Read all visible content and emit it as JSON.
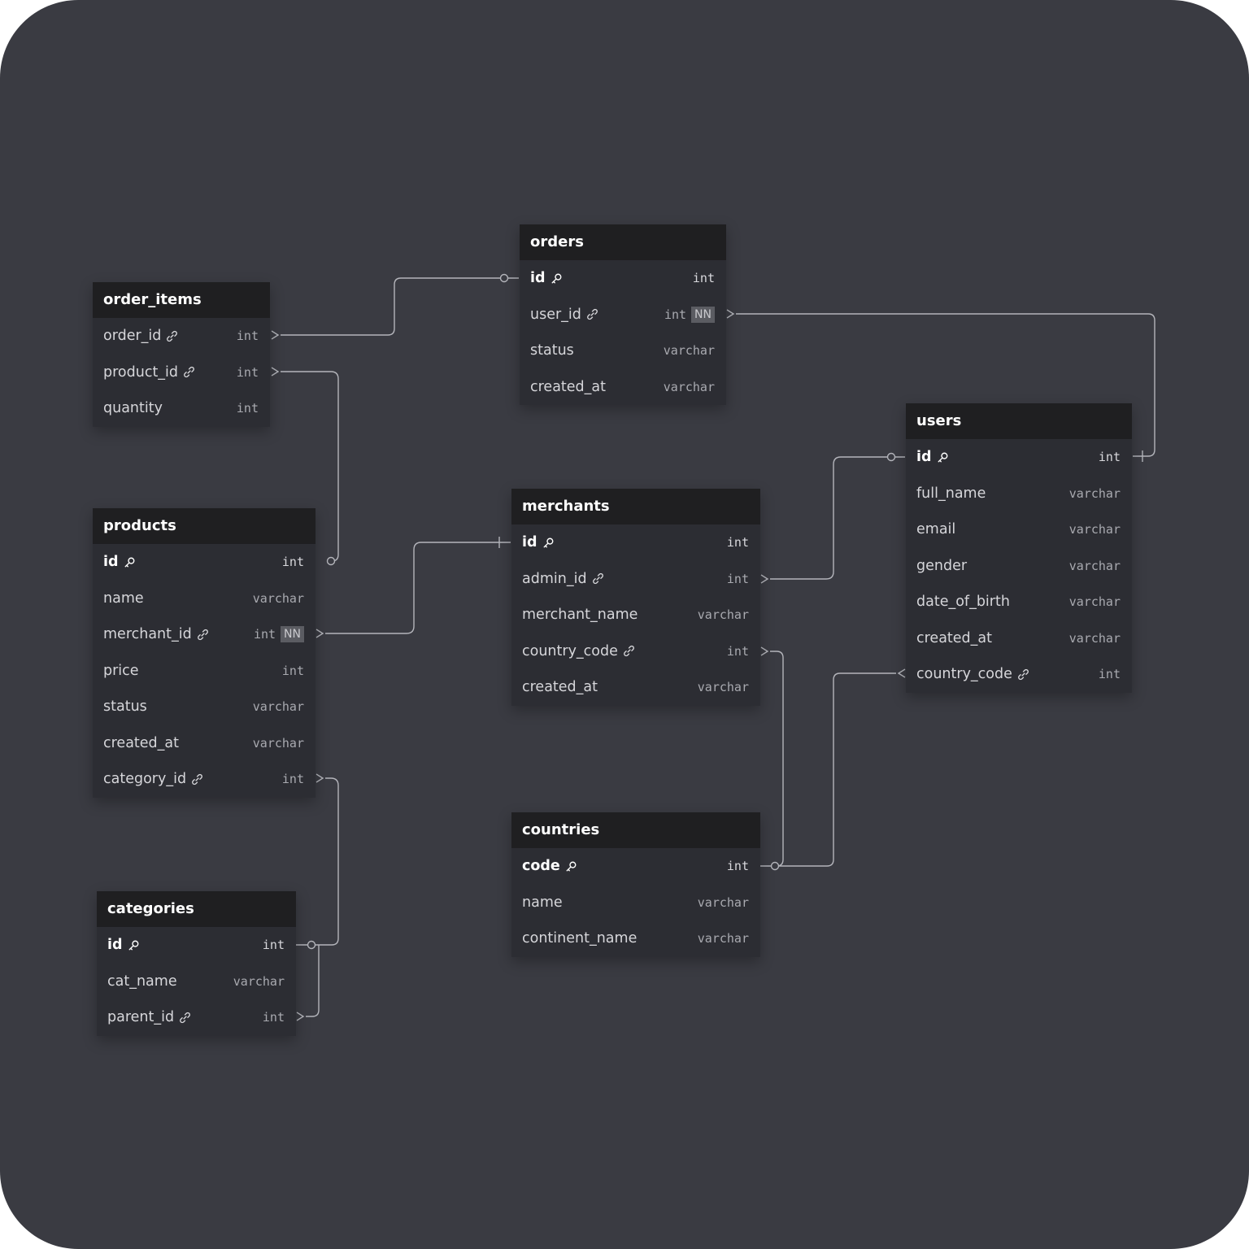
{
  "tables": [
    {
      "name": "orders",
      "columns": [
        {
          "name": "id",
          "type": "int",
          "pk": true
        },
        {
          "name": "user_id",
          "type": "int",
          "fk": true,
          "nn": "NN"
        },
        {
          "name": "status",
          "type": "varchar"
        },
        {
          "name": "created_at",
          "type": "varchar"
        }
      ]
    },
    {
      "name": "order_items",
      "columns": [
        {
          "name": "order_id",
          "type": "int",
          "fk": true
        },
        {
          "name": "product_id",
          "type": "int",
          "fk": true
        },
        {
          "name": "quantity",
          "type": "int"
        }
      ]
    },
    {
      "name": "products",
      "columns": [
        {
          "name": "id",
          "type": "int",
          "pk": true
        },
        {
          "name": "name",
          "type": "varchar"
        },
        {
          "name": "merchant_id",
          "type": "int",
          "fk": true,
          "nn": "NN"
        },
        {
          "name": "price",
          "type": "int"
        },
        {
          "name": "status",
          "type": "varchar"
        },
        {
          "name": "created_at",
          "type": "varchar"
        },
        {
          "name": "category_id",
          "type": "int",
          "fk": true
        }
      ]
    },
    {
      "name": "categories",
      "columns": [
        {
          "name": "id",
          "type": "int",
          "pk": true
        },
        {
          "name": "cat_name",
          "type": "varchar"
        },
        {
          "name": "parent_id",
          "type": "int",
          "fk": true
        }
      ]
    },
    {
      "name": "merchants",
      "columns": [
        {
          "name": "id",
          "type": "int",
          "pk": true
        },
        {
          "name": "admin_id",
          "type": "int",
          "fk": true
        },
        {
          "name": "merchant_name",
          "type": "varchar"
        },
        {
          "name": "country_code",
          "type": "int",
          "fk": true
        },
        {
          "name": "created_at",
          "type": "varchar"
        }
      ]
    },
    {
      "name": "countries",
      "columns": [
        {
          "name": "code",
          "type": "int",
          "pk": true
        },
        {
          "name": "name",
          "type": "varchar"
        },
        {
          "name": "continent_name",
          "type": "varchar"
        }
      ]
    },
    {
      "name": "users",
      "columns": [
        {
          "name": "id",
          "type": "int",
          "pk": true
        },
        {
          "name": "full_name",
          "type": "varchar"
        },
        {
          "name": "email",
          "type": "varchar"
        },
        {
          "name": "gender",
          "type": "varchar"
        },
        {
          "name": "date_of_birth",
          "type": "varchar"
        },
        {
          "name": "created_at",
          "type": "varchar"
        },
        {
          "name": "country_code",
          "type": "int",
          "fk": true
        }
      ]
    }
  ],
  "relationships": [
    {
      "from": "order_items.order_id",
      "to": "orders.id",
      "cardinality": "many-to-one"
    },
    {
      "from": "order_items.product_id",
      "to": "products.id",
      "cardinality": "many-to-one"
    },
    {
      "from": "orders.user_id",
      "to": "users.id",
      "cardinality": "many-to-one"
    },
    {
      "from": "products.merchant_id",
      "to": "merchants.id",
      "cardinality": "many-to-one"
    },
    {
      "from": "products.category_id",
      "to": "categories.id",
      "cardinality": "many-to-one"
    },
    {
      "from": "categories.parent_id",
      "to": "categories.id",
      "cardinality": "many-to-one"
    },
    {
      "from": "merchants.admin_id",
      "to": "users.id",
      "cardinality": "many-to-one"
    },
    {
      "from": "merchants.country_code",
      "to": "countries.code",
      "cardinality": "many-to-one"
    },
    {
      "from": "users.country_code",
      "to": "countries.code",
      "cardinality": "many-to-one"
    }
  ],
  "colors": {
    "canvas": "#3a3b42",
    "table_header": "#1f1f21",
    "table_body": "#2c2d33",
    "connector": "#b4b5bb",
    "nn_badge": "#5b5c62"
  },
  "icons": {
    "primary_key": "key-icon",
    "foreign_key": "link-icon"
  }
}
